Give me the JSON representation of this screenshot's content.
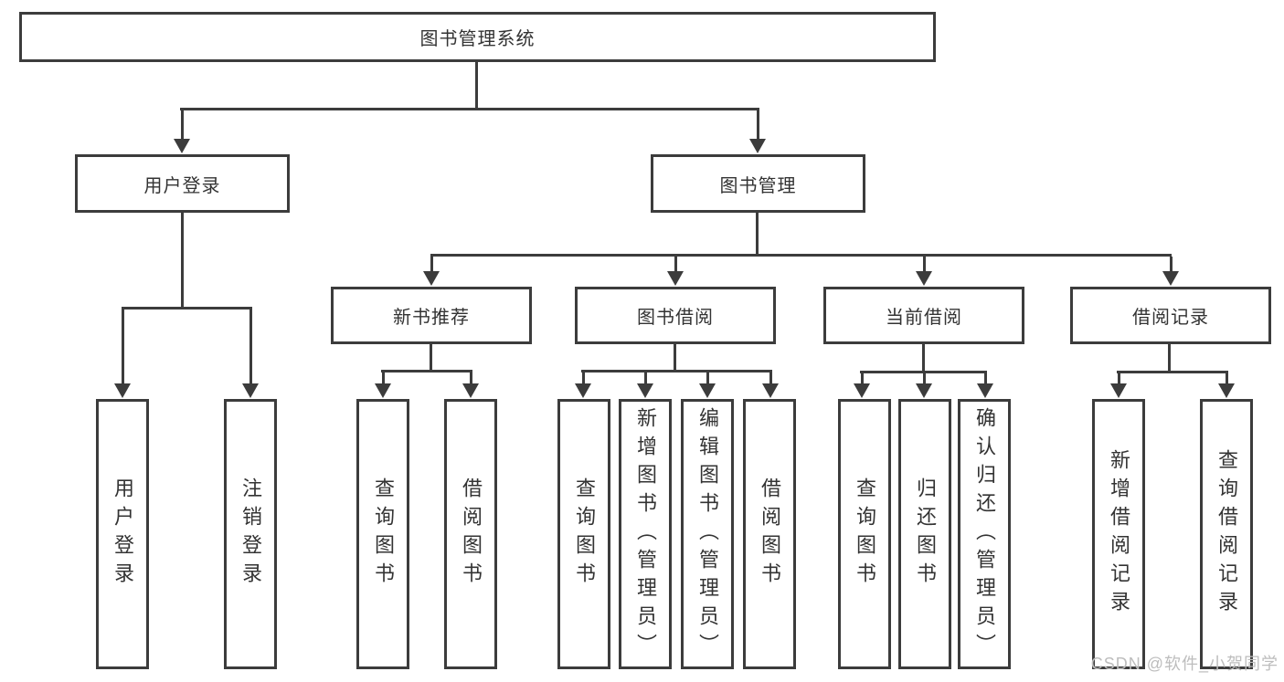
{
  "diagram": {
    "title": "图书管理系统",
    "nodes": {
      "root": "图书管理系统",
      "login": "用户登录",
      "management": "图书管理",
      "newbook": "新书推荐",
      "borrow": "图书借阅",
      "current": "当前借阅",
      "records": "借阅记录",
      "login_children": [
        "用户登录",
        "注销登录"
      ],
      "newbook_children": [
        "查询图书",
        "借阅图书"
      ],
      "borrow_children": [
        "查询图书",
        "新增图书（管理员）",
        "编辑图书（管理员）",
        "借阅图书"
      ],
      "current_children": [
        "查询图书",
        "归还图书",
        "确认归还（管理员）"
      ],
      "records_children": [
        "新增借阅记录",
        "查询借阅记录"
      ]
    },
    "colors": {
      "line": "#3c3c3c",
      "text": "#333333",
      "watermark": "#bdbdbd",
      "background": "#ffffff"
    }
  },
  "watermark": "CSDN @软件_小贺同学"
}
